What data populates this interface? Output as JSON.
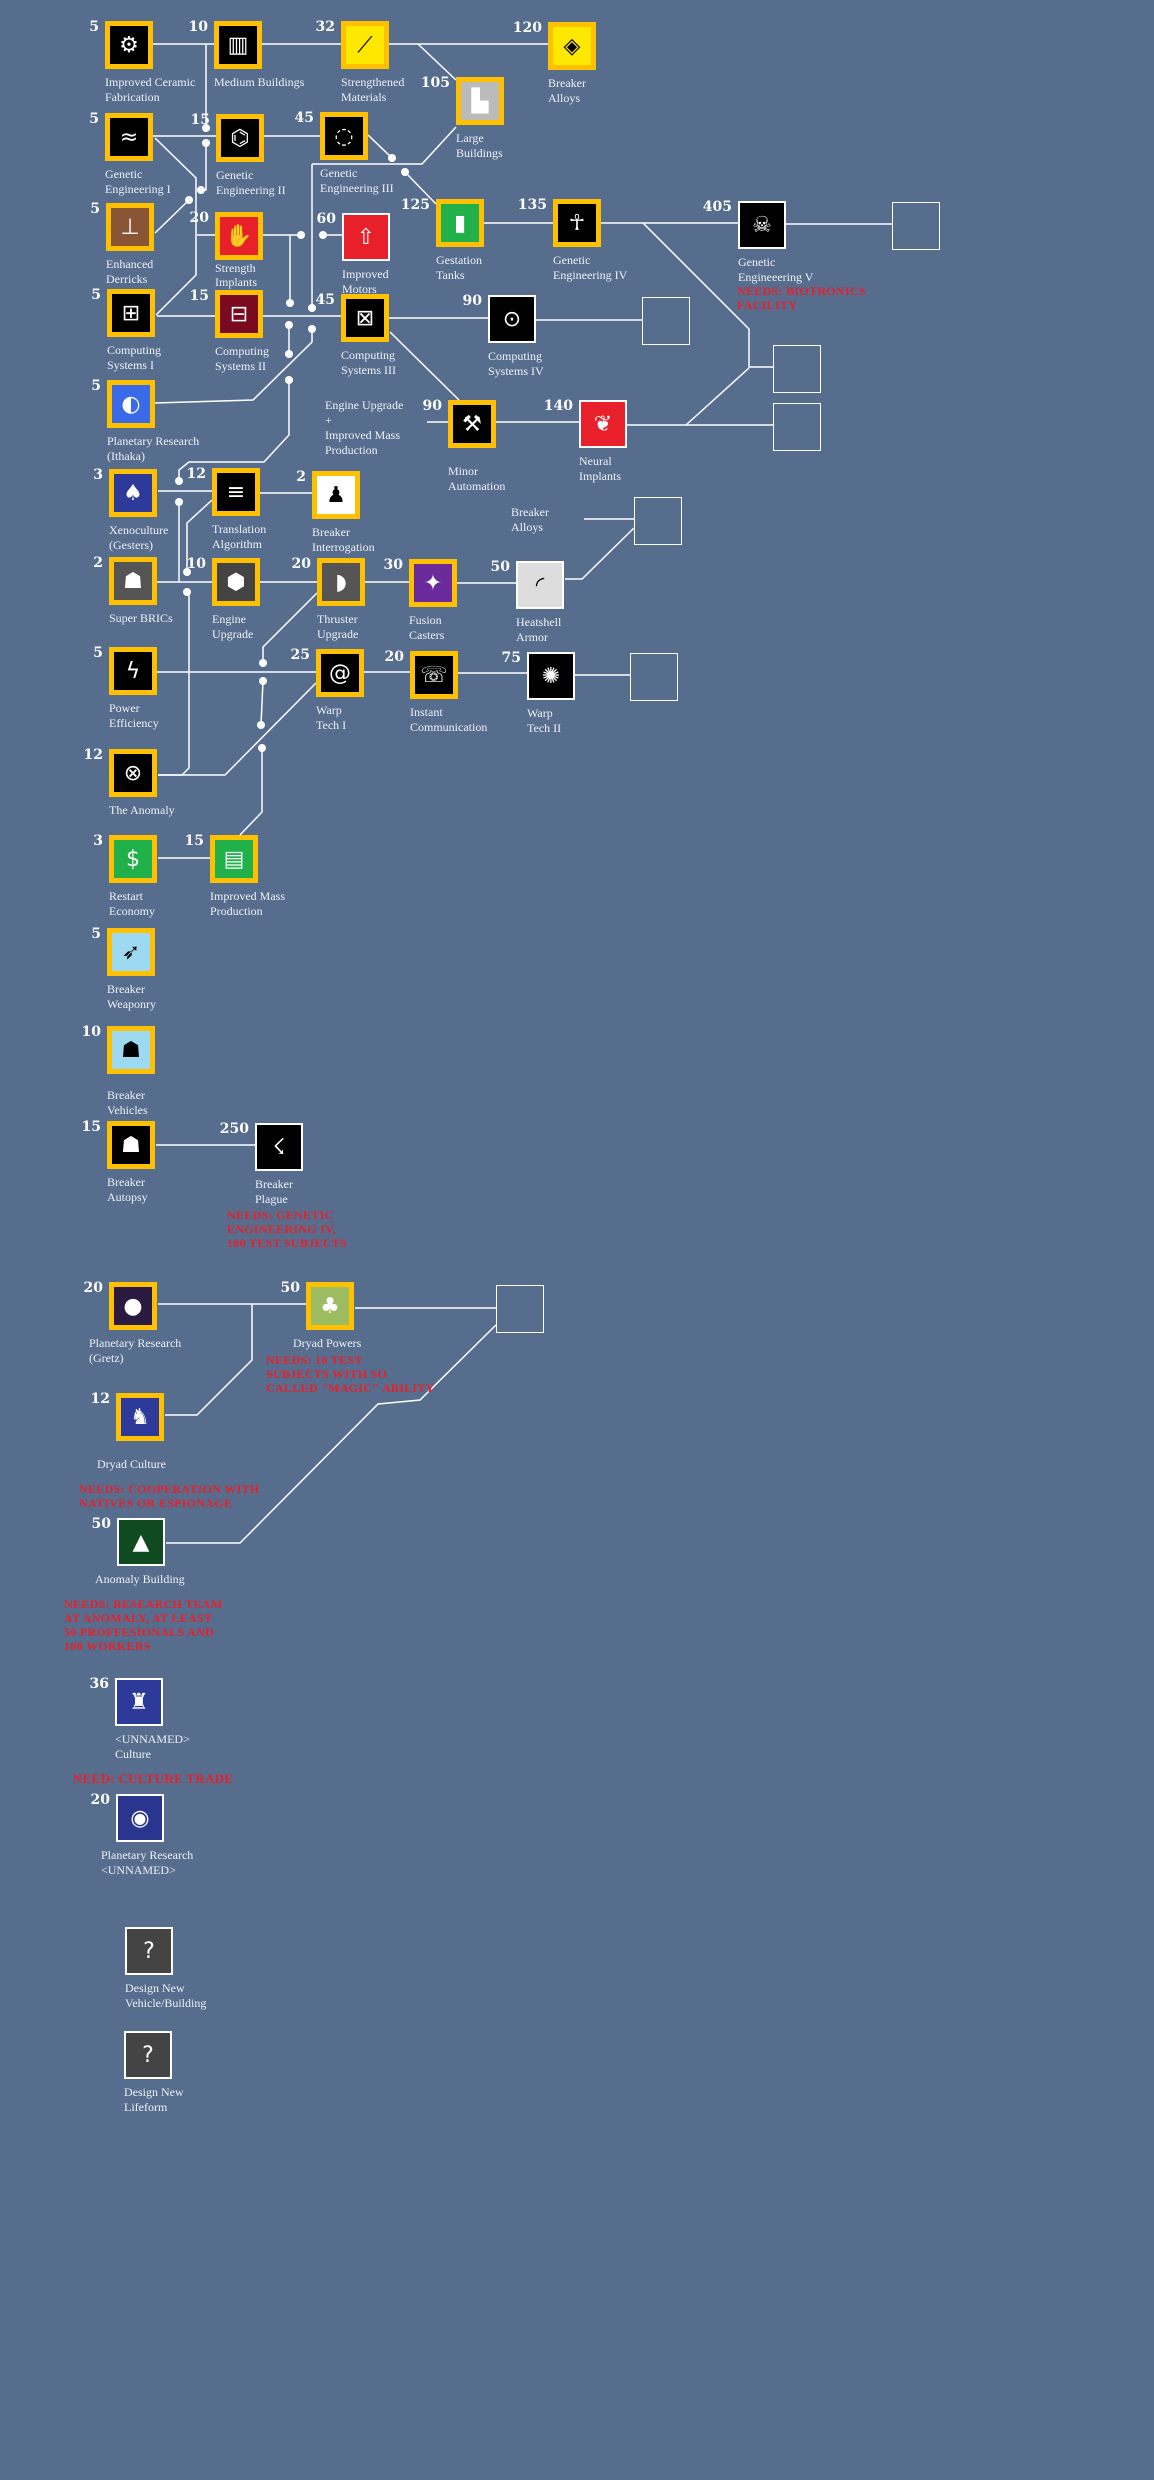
{
  "colors": {
    "background": "#566d8e",
    "researched_border": "#ffc000",
    "available_border": "#ffffff",
    "requirement_text": "#e8202a",
    "wire": "#ffffff"
  },
  "nodes": [
    {
      "name": "Improved Ceramic\nFabrication",
      "cost": "5",
      "icon": "gear-ceramic-icon",
      "bg": "#000000",
      "glyph": "⚙"
    },
    {
      "name": "Medium Buildings",
      "cost": "10",
      "icon": "buildings-icon",
      "bg": "#000000",
      "glyph": "▥"
    },
    {
      "name": "Strengthened\nMaterials",
      "cost": "32",
      "icon": "blade-icon",
      "bg": "#ffe800",
      "glyph": "⟋"
    },
    {
      "name": "Breaker\nAlloys",
      "cost": "120",
      "icon": "crystal-icon",
      "bg": "#ffe800",
      "glyph": "◈"
    },
    {
      "name": "Large\nBuildings",
      "cost": "105",
      "icon": "towers-icon",
      "bg": "#bbbbbb",
      "glyph": "▙"
    },
    {
      "name": "Genetic\nEngineering I",
      "cost": "5",
      "icon": "dna-icon",
      "bg": "#000000",
      "glyph": "≈"
    },
    {
      "name": "Genetic\nEngineering II",
      "cost": "15",
      "icon": "molecule-icon",
      "bg": "#000000",
      "glyph": "⌬"
    },
    {
      "name": "Genetic\nEngineering III",
      "cost": "45",
      "icon": "cell-icon",
      "bg": "#000000",
      "glyph": "◌"
    },
    {
      "name": "Enhanced\nDerricks",
      "cost": "5",
      "icon": "derrick-icon",
      "bg": "#8a5535",
      "glyph": "⊥"
    },
    {
      "name": "Strength\nImplants",
      "cost": "20",
      "icon": "arm-implant-icon",
      "bg": "#e8202a",
      "glyph": "✋"
    },
    {
      "name": "Improved\nMotors",
      "cost": "60",
      "icon": "motor-gear-icon",
      "bg": "#e8202a",
      "glyph": "⇧"
    },
    {
      "name": "Gestation\nTanks",
      "cost": "125",
      "icon": "tank-icon",
      "bg": "#22b04a",
      "glyph": "▮"
    },
    {
      "name": "Genetic\nEngineering IV",
      "cost": "135",
      "icon": "human-dna-icon",
      "bg": "#000000",
      "glyph": "☥"
    },
    {
      "name": "Genetic\nEngineeering V",
      "cost": "405",
      "icon": "skull-dna-icon",
      "bg": "#000000",
      "glyph": "☠"
    },
    {
      "name": "Computing\nSystems I",
      "cost": "5",
      "icon": "circuit-icon",
      "bg": "#000000",
      "glyph": "⊞"
    },
    {
      "name": "Computing\nSystems II",
      "cost": "15",
      "icon": "circuit-icon",
      "bg": "#7a0a20",
      "glyph": "⊟"
    },
    {
      "name": "Computing\nSystems III",
      "cost": "45",
      "icon": "circuit-icon",
      "bg": "#000000",
      "glyph": "⊠"
    },
    {
      "name": "Computing\nSystems IV",
      "cost": "90",
      "icon": "circuit-icon",
      "bg": "#000000",
      "glyph": "⊙"
    },
    {
      "name": "Planetary Research\n(Ithaka)",
      "cost": "5",
      "icon": "planet-icon",
      "bg": "#3a6ae8",
      "glyph": "◐"
    },
    {
      "name": "Minor\nAutomation",
      "cost": "90",
      "icon": "robot-arm-icon",
      "bg": "#000000",
      "glyph": "⚒"
    },
    {
      "name": "Neural\nImplants",
      "cost": "140",
      "icon": "brain-icon",
      "bg": "#e8202a",
      "glyph": "❦"
    },
    {
      "name": "Xenoculture\n(Gesters)",
      "cost": "3",
      "icon": "alien-icon",
      "bg": "#2e3a9a",
      "glyph": "♠"
    },
    {
      "name": "Translation\nAlgorithm",
      "cost": "12",
      "icon": "terminal-icon",
      "bg": "#000000",
      "glyph": "≡"
    },
    {
      "name": "Breaker\nInterrogation",
      "cost": "2",
      "icon": "figure-icon",
      "bg": "#ffffff",
      "glyph": "♟"
    },
    {
      "name": "Super BRICs",
      "cost": "2",
      "icon": "robot-icon",
      "bg": "#555555",
      "glyph": "☗"
    },
    {
      "name": "Engine\nUpgrade",
      "cost": "10",
      "icon": "engine-icon",
      "bg": "#444444",
      "glyph": "⬢"
    },
    {
      "name": "Thruster\nUpgrade",
      "cost": "20",
      "icon": "thruster-icon",
      "bg": "#555555",
      "glyph": "◗"
    },
    {
      "name": "Fusion\nCasters",
      "cost": "30",
      "icon": "fusion-icon",
      "bg": "#6a2a9a",
      "glyph": "✦"
    },
    {
      "name": "Heatshell\nArmor",
      "cost": "50",
      "icon": "heatshield-icon",
      "bg": "#dddddd",
      "glyph": "◜"
    },
    {
      "name": "Power\nEfficiency",
      "cost": "5",
      "icon": "lightning-icon",
      "bg": "#000000",
      "glyph": "ϟ"
    },
    {
      "name": "Warp\nTech I",
      "cost": "25",
      "icon": "spiral-icon",
      "bg": "#000000",
      "glyph": "@"
    },
    {
      "name": "Instant\nCommunication",
      "cost": "20",
      "icon": "phone-icon",
      "bg": "#000000",
      "glyph": "☏"
    },
    {
      "name": "Warp\nTech II",
      "cost": "75",
      "icon": "star-burst-icon",
      "bg": "#000000",
      "glyph": "✺"
    },
    {
      "name": "The Anomaly",
      "cost": "12",
      "icon": "anomaly-wheel-icon",
      "bg": "#000000",
      "glyph": "⊗"
    },
    {
      "name": "Restart\nEconomy",
      "cost": "3",
      "icon": "dollar-icon",
      "bg": "#22b04a",
      "glyph": "$"
    },
    {
      "name": "Improved Mass\nProduction",
      "cost": "15",
      "icon": "factory-icon",
      "bg": "#22b04a",
      "glyph": "▤"
    },
    {
      "name": "Breaker\nWeaponry",
      "cost": "5",
      "icon": "weapon-icon",
      "bg": "#9dd9f0",
      "glyph": "➶"
    },
    {
      "name": "Breaker\nVehicles",
      "cost": "10",
      "icon": "walker-icon",
      "bg": "#9dd9f0",
      "glyph": "☗"
    },
    {
      "name": "Breaker\nAutopsy",
      "cost": "15",
      "icon": "corpse-icon",
      "bg": "#000000",
      "glyph": "☗"
    },
    {
      "name": "Breaker\nPlague",
      "cost": "250",
      "icon": "claw-icon",
      "bg": "#000000",
      "glyph": "☇"
    },
    {
      "name": "Planetary Research\n(Gretz)",
      "cost": "20",
      "icon": "planet-icon",
      "bg": "#2a1a40",
      "glyph": "●"
    },
    {
      "name": "Dryad Powers",
      "cost": "50",
      "icon": "dryad-icon",
      "bg": "#9dbb60",
      "glyph": "♣"
    },
    {
      "name": "Dryad Culture",
      "cost": "12",
      "icon": "dryad-creature-icon",
      "bg": "#2e3a9a",
      "glyph": "♞"
    },
    {
      "name": "Anomaly Building",
      "cost": "50",
      "icon": "monolith-icon",
      "bg": "#0f4a20",
      "glyph": "▲"
    },
    {
      "name": "<UNNAMED>\nCulture",
      "cost": "36",
      "icon": "creature-icon",
      "bg": "#2e3a9a",
      "glyph": "♜"
    },
    {
      "name": "Planetary Research\n<UNNAMED>",
      "cost": "20",
      "icon": "planet-icon",
      "bg": "#2a3590",
      "glyph": "◉"
    },
    {
      "name": "Design New\nVehicle/Building",
      "cost": "",
      "icon": "gear-question-icon",
      "bg": "#444444",
      "glyph": "?"
    },
    {
      "name": "Design New\nLifeform",
      "cost": "",
      "icon": "person-question-icon",
      "bg": "#444444",
      "glyph": "?"
    }
  ],
  "notes": {
    "biotronics": "NEEDS: BIOTRONICS\nFACILITY",
    "plague": "NEEDS: GENETIC\nENGINEERING IV,\n100 TEST SUBJECTS",
    "dryad_powers": "NEEDS: 10 TEST\nSUBJECTS WITH SO\nCALLED \"MAGIC\" ABILITY",
    "dryad_culture": "NEEDS: COOPERATION WITH\nNATIVES OR ESPIONAGE",
    "anomaly_building": "NEEDS: RESEARCH TEAM\nAT ANOMALY, AT LEAST\n50 PROFFESIONALS AND\n100 WORKERS",
    "unnamed_culture": "NEED: CULTURE TRADE"
  },
  "annotations": {
    "engine_combo": "Engine Upgrade\n+\nImproved Mass\nProduction",
    "breaker_alloys_ref": "Breaker\nAlloys"
  }
}
